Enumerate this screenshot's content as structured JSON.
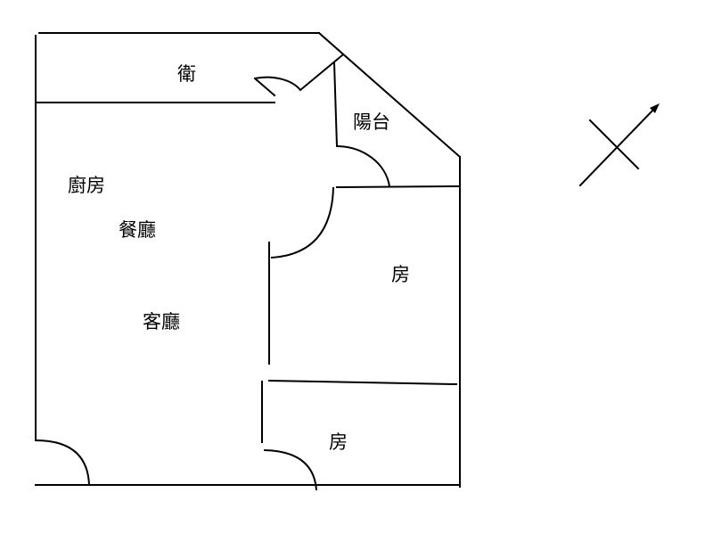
{
  "plan": {
    "rooms": {
      "bathroom": "衛",
      "balcony": "陽台",
      "kitchen": "廚房",
      "dining": "餐廳",
      "living": "客廳",
      "bedroom_1": "房",
      "bedroom_2": "房"
    },
    "compass": {
      "icon": "north-arrow-icon"
    },
    "colors": {
      "line": "#000000",
      "background": "#ffffff"
    }
  }
}
